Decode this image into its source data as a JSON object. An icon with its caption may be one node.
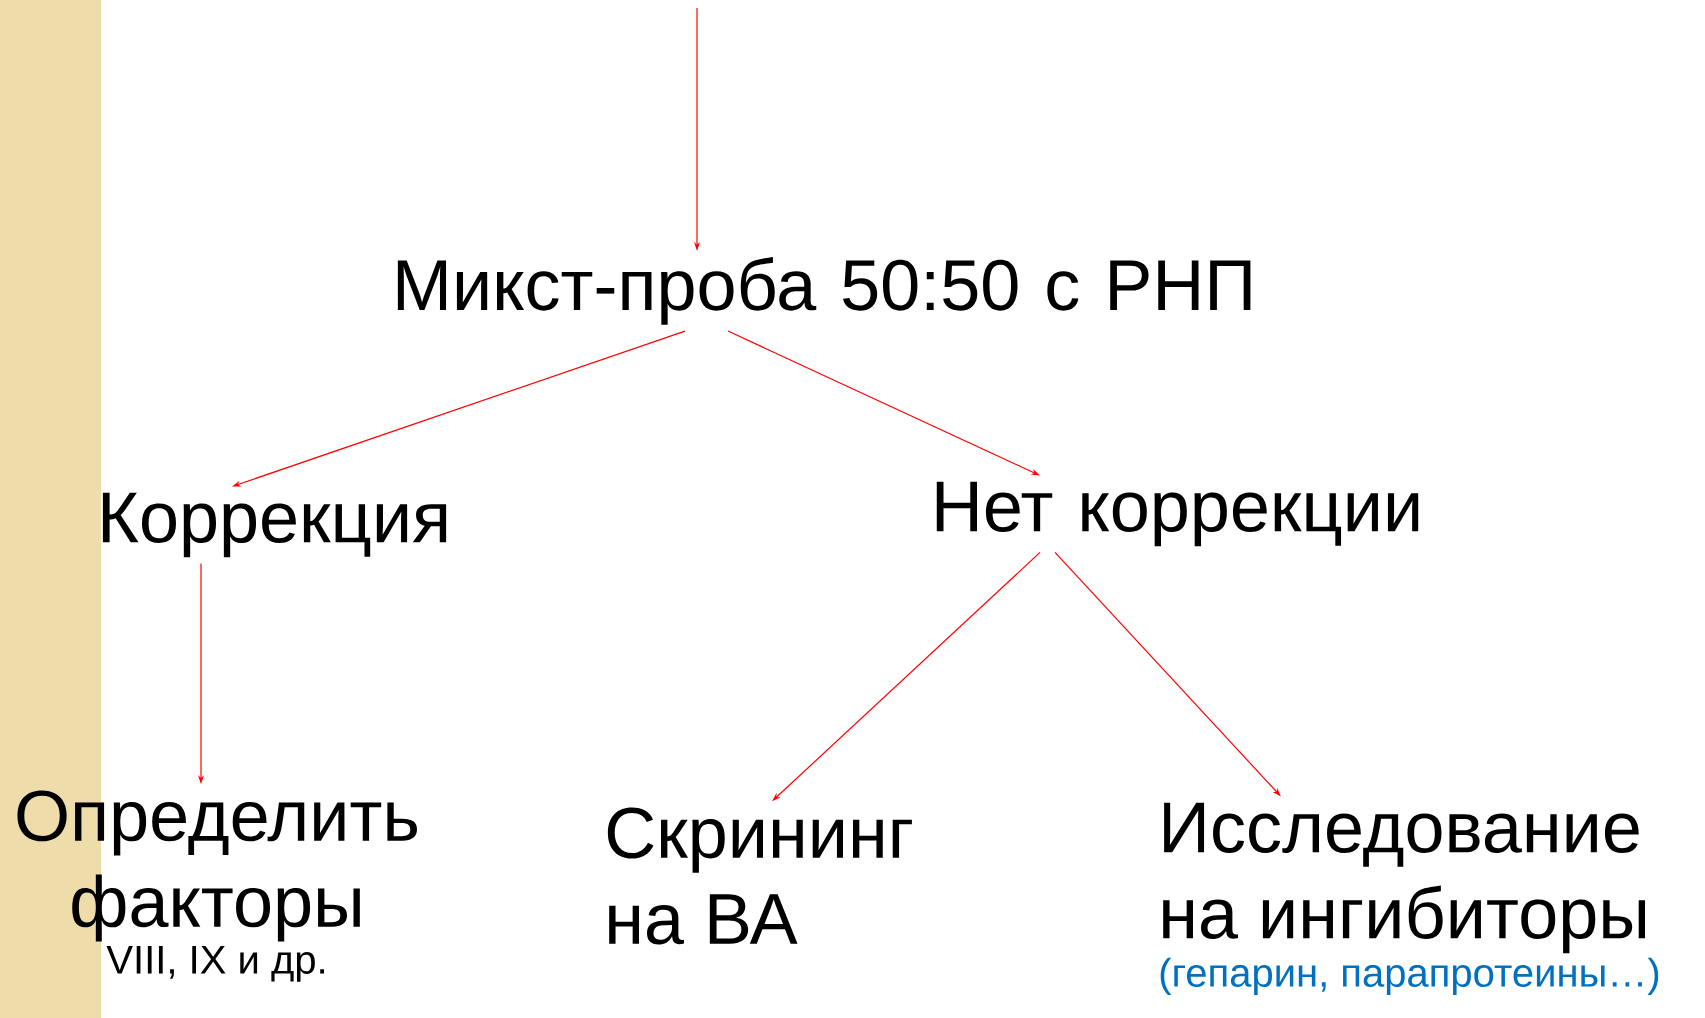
{
  "diagram": {
    "nodes": [
      {
        "text": [
          "Микст-проба 50:50 с РНП"
        ]
      },
      {
        "text": [
          "Коррекция"
        ]
      },
      {
        "text": [
          "Нет коррекции"
        ]
      },
      {
        "text": [
          "Определить факторы"
        ],
        "beside": [
          "VIII, IX и др."
        ]
      },
      {
        "text": [
          "Скрининг на ВА"
        ]
      },
      {
        "text": [
          "Исследование на ингибиторы"
        ],
        "beside": [
          "(гепарин, парапротеины…)"
        ]
      }
    ],
    "edges": [
      {
        "from": null,
        "to": 0,
        "arrow": "to"
      },
      {
        "from": 0,
        "to": 1,
        "arrow": "to"
      },
      {
        "from": 0,
        "to": 2,
        "arrow": "to"
      },
      {
        "from": 1,
        "to": 3,
        "arrow": "to"
      },
      {
        "from": 2,
        "to": 4,
        "arrow": "to"
      },
      {
        "from": 2,
        "to": 5,
        "arrow": "to"
      }
    ]
  }
}
